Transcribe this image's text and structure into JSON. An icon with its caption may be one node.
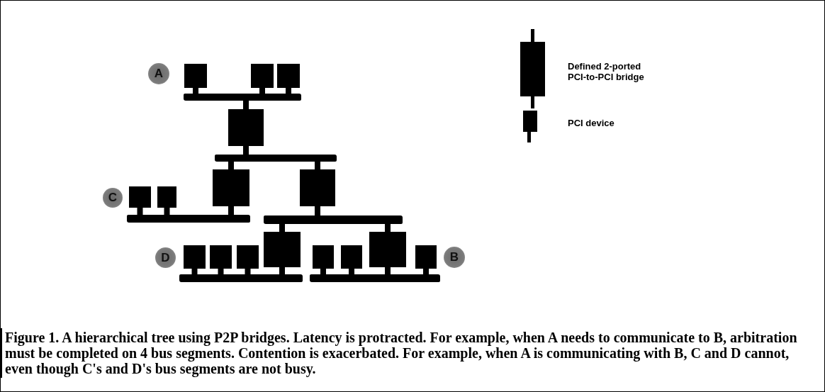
{
  "diagram": {
    "caption": "Figure 1. A hierarchical tree using P2P bridges.  Latency is protracted. For example, when A needs to communicate to B, arbitration must be completed on 4 bus segments.  Contention is exacerbated. For example, when A is communicating with B, C and D cannot, even though C's and D's bus segments are not busy.",
    "nodes": [
      {
        "text": [
          "A"
        ]
      },
      {
        "text": [],
        "shape": "box"
      },
      {
        "text": [],
        "shape": "box"
      },
      {
        "text": [],
        "shape": "box"
      },
      {
        "text": [],
        "shape": "bar"
      },
      {
        "text": [],
        "shape": "box"
      },
      {
        "text": [],
        "shape": "bar"
      },
      {
        "text": [
          "C"
        ]
      },
      {
        "text": [],
        "shape": "box"
      },
      {
        "text": [],
        "shape": "box"
      },
      {
        "text": [],
        "shape": "box"
      },
      {
        "text": [],
        "shape": "box"
      },
      {
        "text": [],
        "shape": "bar"
      },
      {
        "text": [],
        "shape": "bar"
      },
      {
        "text": [
          "D"
        ]
      },
      {
        "text": [],
        "shape": "box"
      },
      {
        "text": [],
        "shape": "box"
      },
      {
        "text": [],
        "shape": "box"
      },
      {
        "text": [],
        "shape": "box"
      },
      {
        "text": [],
        "shape": "box"
      },
      {
        "text": [],
        "shape": "box"
      },
      {
        "text": [],
        "shape": "box"
      },
      {
        "text": [],
        "shape": "box"
      },
      {
        "text": [
          "B"
        ]
      },
      {
        "text": [],
        "shape": "bar"
      },
      {
        "text": [],
        "shape": "bar"
      }
    ],
    "edges": [
      {
        "from": 1,
        "to": 4,
        "arrow": "none"
      },
      {
        "from": 2,
        "to": 4,
        "arrow": "none"
      },
      {
        "from": 3,
        "to": 4,
        "arrow": "none"
      },
      {
        "from": 4,
        "to": 5,
        "arrow": "none"
      },
      {
        "from": 5,
        "to": 6,
        "arrow": "none"
      },
      {
        "from": 6,
        "to": 10,
        "arrow": "none"
      },
      {
        "from": 6,
        "to": 11,
        "arrow": "none"
      },
      {
        "from": 8,
        "to": 12,
        "arrow": "none"
      },
      {
        "from": 9,
        "to": 12,
        "arrow": "none"
      },
      {
        "from": 10,
        "to": 12,
        "arrow": "none"
      },
      {
        "from": 11,
        "to": 13,
        "arrow": "none"
      },
      {
        "from": 13,
        "to": 18,
        "arrow": "none"
      },
      {
        "from": 13,
        "to": 21,
        "arrow": "none"
      },
      {
        "from": 15,
        "to": 24,
        "arrow": "none"
      },
      {
        "from": 16,
        "to": 24,
        "arrow": "none"
      },
      {
        "from": 17,
        "to": 24,
        "arrow": "none"
      },
      {
        "from": 18,
        "to": 24,
        "arrow": "none"
      },
      {
        "from": 19,
        "to": 25,
        "arrow": "none"
      },
      {
        "from": 20,
        "to": 25,
        "arrow": "none"
      },
      {
        "from": 21,
        "to": 25,
        "arrow": "none"
      },
      {
        "from": 22,
        "to": 25,
        "arrow": "none"
      }
    ],
    "legend": [
      {
        "text": "Defined 2-ported PCI-to-PCI bridge"
      },
      {
        "text": "PCI device"
      }
    ]
  }
}
